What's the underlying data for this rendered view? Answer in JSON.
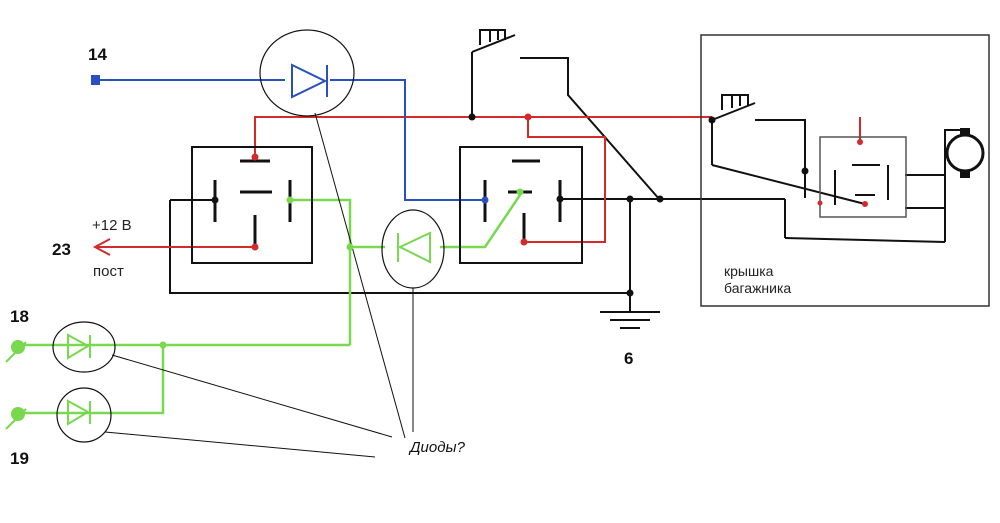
{
  "colors": {
    "signal_blue": "#2a4fc0",
    "power_red": "#d42a2a",
    "trigger_green": "#78d84e",
    "ground_black": "#111111"
  },
  "terminals": {
    "t14": "14",
    "t23": "23",
    "t18": "18",
    "t19": "19",
    "t6": "6"
  },
  "supply": {
    "voltage": "+12 В",
    "kind": "пост"
  },
  "trunk": {
    "line1": "крышка",
    "line2": "багажника"
  },
  "annotation": {
    "question": "Диоды?"
  },
  "icons": [
    "diode-icon",
    "relay-icon",
    "switch-icon",
    "ground-icon",
    "motor-icon"
  ]
}
